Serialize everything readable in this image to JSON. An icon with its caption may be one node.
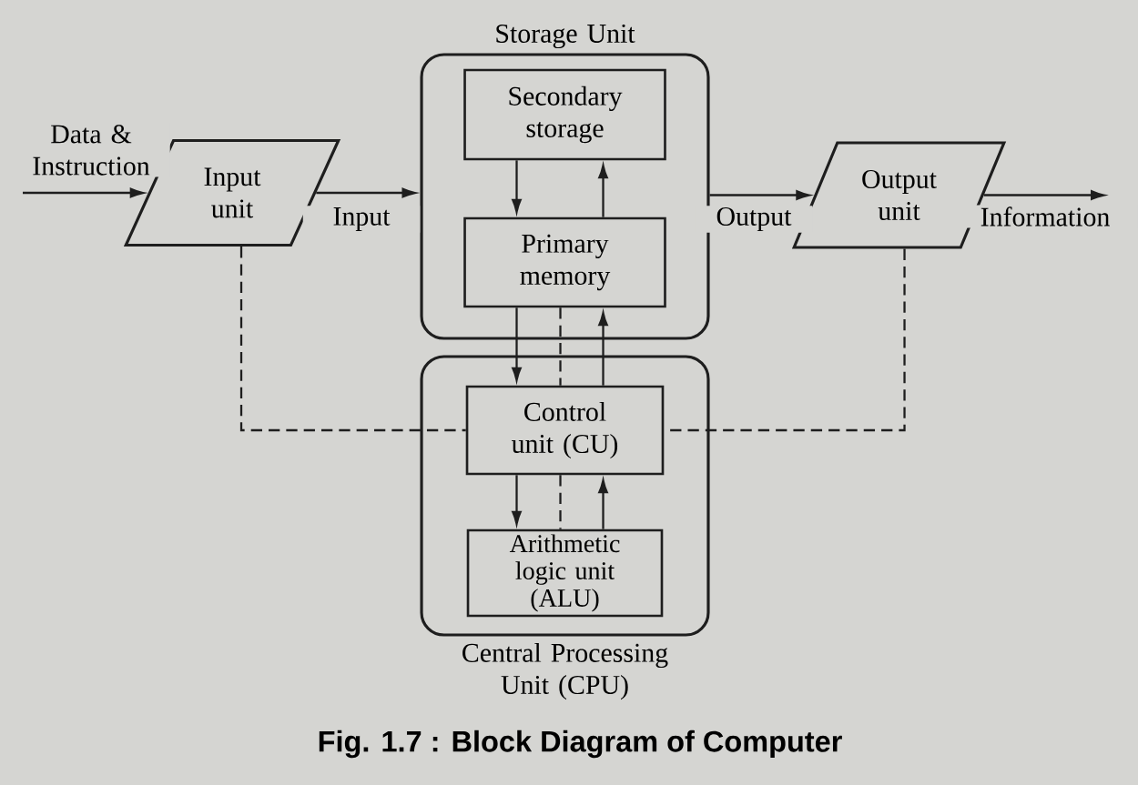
{
  "diagram": {
    "caption": "Fig. 1.7 : Block Diagram of Computer",
    "nodes": [
      {
        "text": [
          "Input unit"
        ]
      },
      {
        "text": [
          "Storage Unit"
        ]
      },
      {
        "text": [
          "Secondary storage"
        ],
        "in": 1
      },
      {
        "text": [
          "Primary memory"
        ],
        "in": 1
      },
      {
        "text": [
          "Output unit"
        ]
      },
      {
        "text": [
          "Central Processing Unit (CPU)"
        ]
      },
      {
        "text": [
          "Control unit (CU)"
        ],
        "in": 5
      },
      {
        "text": [
          "Arithmetic logic unit (ALU)"
        ],
        "in": 5
      }
    ],
    "edges": [
      {
        "from": null,
        "to": 0,
        "arrow": "to",
        "label": "Data & Instruction"
      },
      {
        "from": 0,
        "to": 1,
        "arrow": "to",
        "label": "Input"
      },
      {
        "from": 1,
        "to": 4,
        "arrow": "to",
        "label": "Output"
      },
      {
        "from": 4,
        "to": null,
        "arrow": "to",
        "label": "Information"
      },
      {
        "from": 2,
        "to": 3,
        "arrow": "to"
      },
      {
        "from": 3,
        "to": 2,
        "arrow": "to"
      },
      {
        "from": 3,
        "to": 6,
        "arrow": "to"
      },
      {
        "from": 6,
        "to": 3,
        "arrow": "to"
      },
      {
        "from": 3,
        "to": 6,
        "arrow": "none",
        "style": "dashed"
      },
      {
        "from": 6,
        "to": 7,
        "arrow": "to"
      },
      {
        "from": 7,
        "to": 6,
        "arrow": "to"
      },
      {
        "from": 6,
        "to": 7,
        "arrow": "none",
        "style": "dashed"
      },
      {
        "from": 0,
        "to": 6,
        "arrow": "none",
        "style": "dashed"
      },
      {
        "from": 4,
        "to": 6,
        "arrow": "none",
        "style": "dashed"
      }
    ]
  }
}
